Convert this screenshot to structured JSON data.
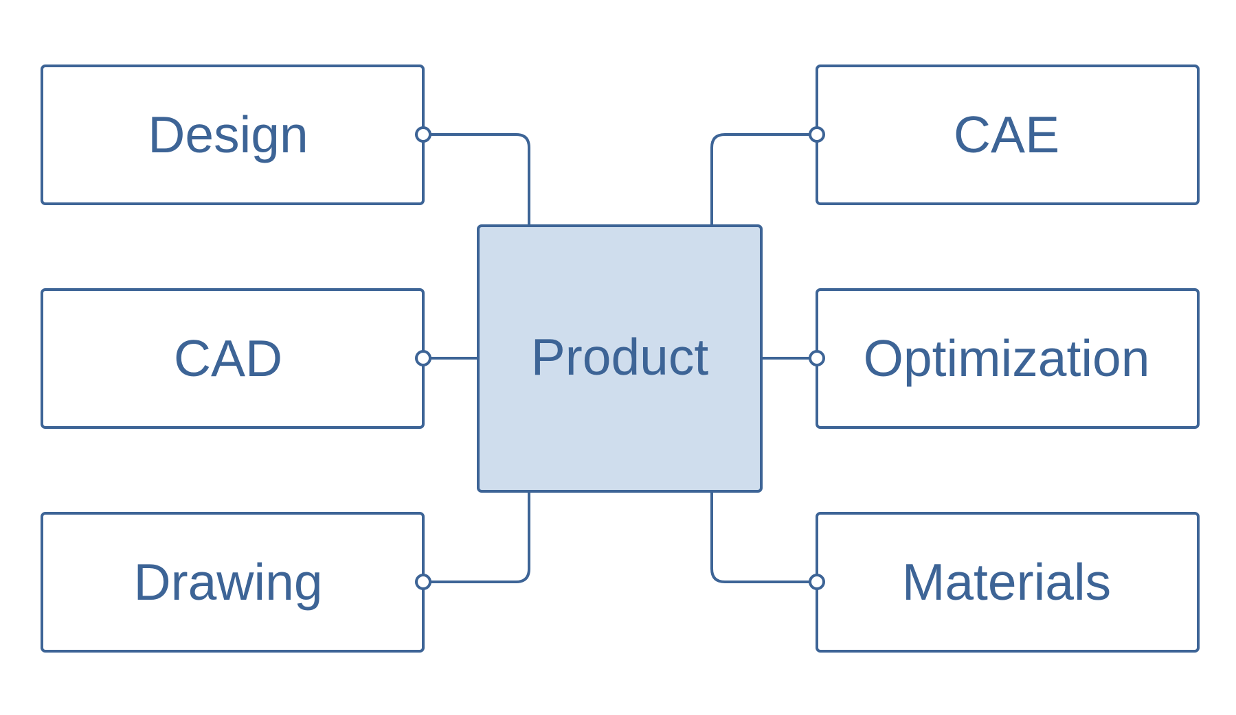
{
  "colors": {
    "stroke": "#3d6496",
    "text": "#3d6496",
    "center_fill": "#cfdded",
    "node_fill": "#ffffff",
    "background": "#ffffff"
  },
  "center": {
    "label": "Product"
  },
  "nodes": {
    "design": "Design",
    "cad": "CAD",
    "drawing": "Drawing",
    "cae": "CAE",
    "optimization": "Optimization",
    "materials": "Materials"
  }
}
